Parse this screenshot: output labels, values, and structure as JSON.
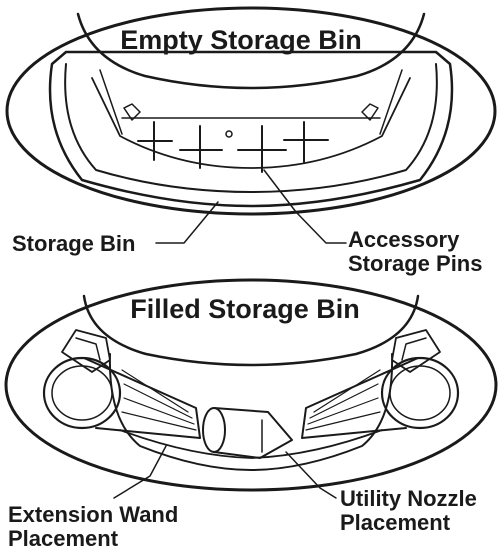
{
  "panels": [
    {
      "title": "Empty Storage Bin",
      "callouts": [
        {
          "lines": [
            "Storage Bin"
          ]
        },
        {
          "lines": [
            "Accessory",
            "Storage Pins"
          ]
        }
      ]
    },
    {
      "title": "Filled Storage Bin",
      "callouts": [
        {
          "lines": [
            "Extension Wand",
            "Placement"
          ]
        },
        {
          "lines": [
            "Utility Nozzle",
            "Placement"
          ]
        }
      ]
    }
  ],
  "colors": {
    "ink": "#1a1a1a",
    "fill": "#ffffff"
  }
}
